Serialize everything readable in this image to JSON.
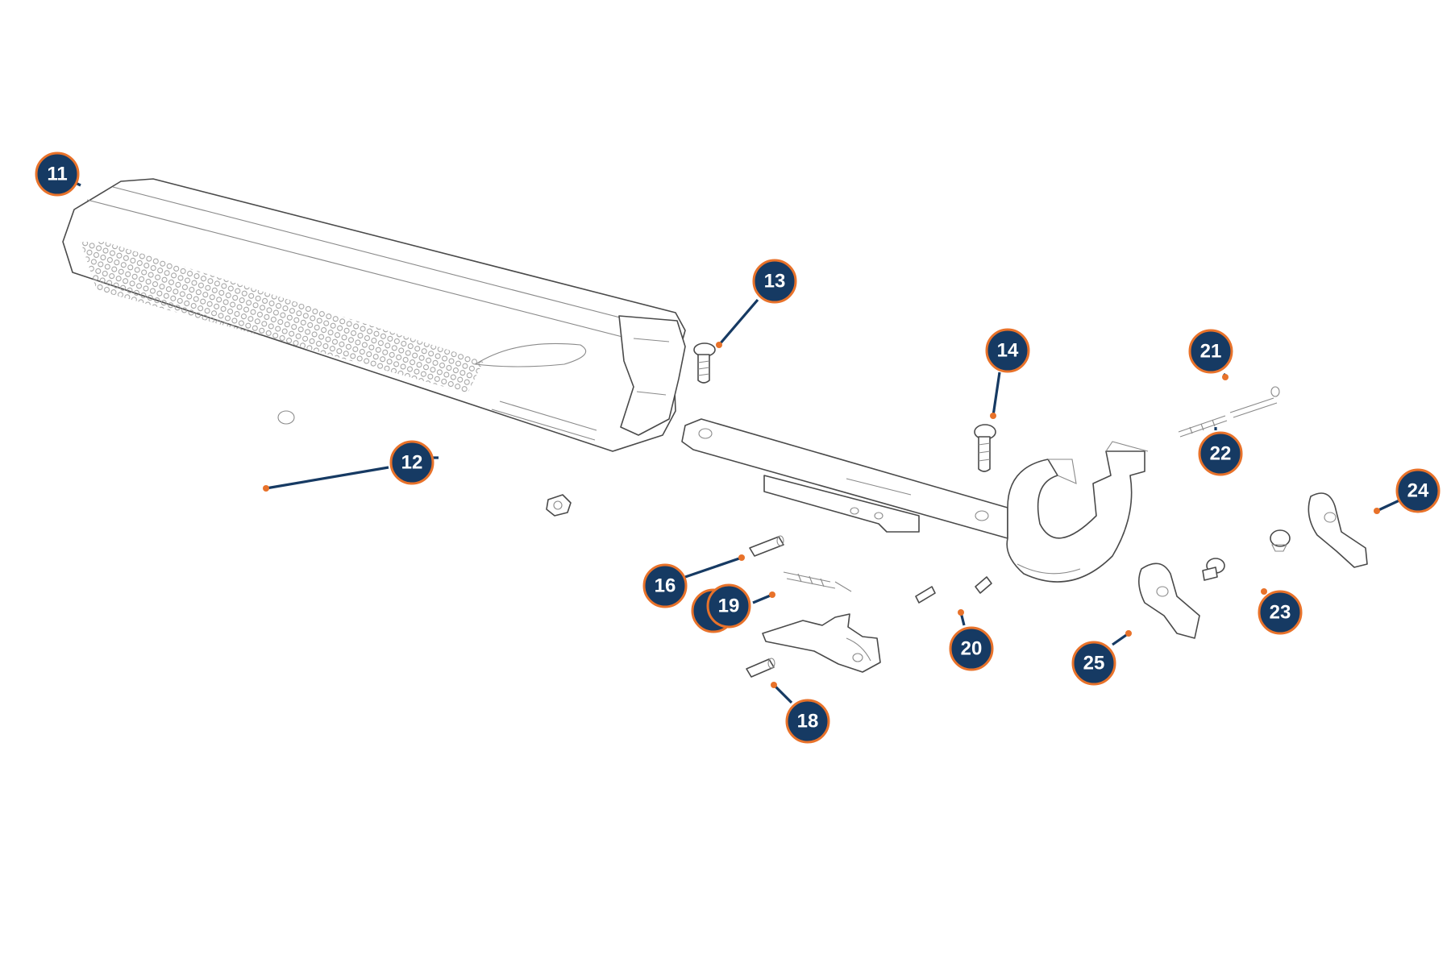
{
  "diagram": {
    "colors": {
      "callout_fill": "#163a63",
      "callout_ring": "#e8722a",
      "leader": "#163a63",
      "anchor": "#e8722a",
      "line_art": "#4a4a4a"
    },
    "callouts": [
      {
        "id": "11",
        "label": "11"
      },
      {
        "id": "12",
        "label": "12"
      },
      {
        "id": "13",
        "label": "13"
      },
      {
        "id": "14",
        "label": "14"
      },
      {
        "id": "16",
        "label": "16"
      },
      {
        "id": "17",
        "label": ""
      },
      {
        "id": "18",
        "label": "18"
      },
      {
        "id": "19",
        "label": "19"
      },
      {
        "id": "20",
        "label": "20"
      },
      {
        "id": "21",
        "label": "21"
      },
      {
        "id": "22",
        "label": "22"
      },
      {
        "id": "23",
        "label": "23"
      },
      {
        "id": "24",
        "label": "24"
      },
      {
        "id": "25",
        "label": "25"
      }
    ]
  }
}
